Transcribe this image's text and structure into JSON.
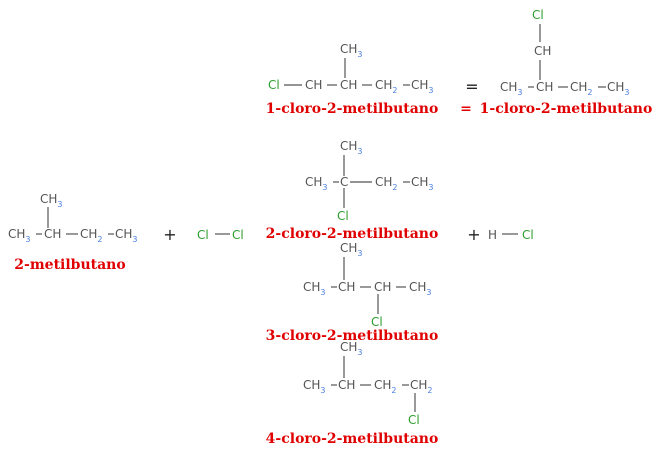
{
  "colors": {
    "carbon": "#555555",
    "subscript": "#4a7fe0",
    "chlorine": "#2e9e2e",
    "name": "#e00000"
  },
  "atoms": {
    "carbon": "C",
    "hydrogen": "H",
    "chlorine": "Cl"
  },
  "subscripts": {
    "two": "2",
    "three": "3"
  },
  "operators": {
    "plus": "+",
    "equals": "="
  },
  "names": {
    "reactant": "2-metilbutano",
    "p1": "1-cloro-2-metilbutano",
    "p1_alt": "1-cloro-2-metilbutano",
    "p2": "2-cloro-2-metilbutano",
    "p3": "3-cloro-2-metilbutano",
    "p4": "4-cloro-2-metilbutano"
  }
}
